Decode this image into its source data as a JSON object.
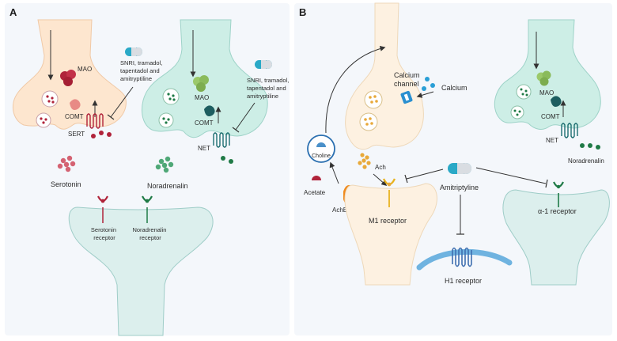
{
  "panel_a": {
    "letter": "A",
    "mao_left": "MAO",
    "comt_left": "COMT",
    "sert": "SERT",
    "drugs_left": [
      "SNRI, tramadol,",
      "tapentadol and",
      "amitryptiline"
    ],
    "serotonin": "Serotonin",
    "mao_right": "MAO",
    "comt_right": "COMT",
    "net": "NET",
    "drugs_right": [
      "SNRI, tramadol,",
      "tapentadol and",
      "amitryptiline"
    ],
    "noradrenalin": "Noradrenalin",
    "serotonin_receptor": [
      "Serotonin",
      "receptor"
    ],
    "noradrenalin_receptor": [
      "Noradrenalin",
      "receptor"
    ]
  },
  "panel_b": {
    "letter": "B",
    "calcium_channel": [
      "Calcium",
      "channel"
    ],
    "calcium": "Calcium",
    "choline": "Choline",
    "acetate": "Acetate",
    "ach": "Ach",
    "ache": "AchE",
    "m1_receptor": "M1 receptor",
    "amitriptyline": "Amitriptyline",
    "h1_receptor": "H1 receptor",
    "mao": "MAO",
    "comt": "COMT",
    "net": "NET",
    "noradrenalin": "Noradrenalin",
    "alpha1_receptor": "α-1 receptor"
  },
  "colors": {
    "panel_a_bg": "#f4f7fb",
    "panel_b_bg": "#f4f7fb",
    "serotonin_neuron": "#fde6cf",
    "noradrenaline_neuron": "#cdeee6",
    "postsynaptic": "#dcefed",
    "m1_neuron": "#fdf1e1",
    "serotonin_red": "#b0233a",
    "noradrenaline_green": "#1f7a46",
    "teal_dark": "#1d6e70",
    "calcium_blue": "#2a9fd6"
  }
}
